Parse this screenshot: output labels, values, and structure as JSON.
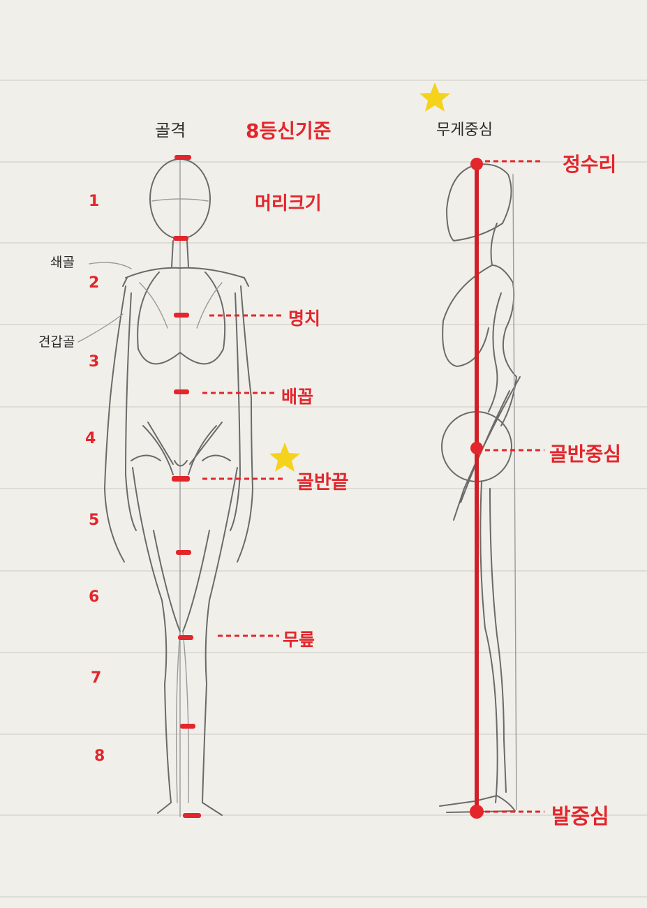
{
  "left_figure": {
    "title": "골격",
    "heading": "8등신기준",
    "head_note": "머리크기",
    "side_labels": {
      "collarbone": "쇄골",
      "shoulder_blade": "견갑골"
    },
    "numbers": [
      "1",
      "2",
      "3",
      "4",
      "5",
      "6",
      "7",
      "8"
    ],
    "landmarks": [
      {
        "id": "chest",
        "label": "명치"
      },
      {
        "id": "navel",
        "label": "배꼽"
      },
      {
        "id": "pelvis-end",
        "label": "골반끝"
      },
      {
        "id": "knee",
        "label": "무릎"
      }
    ]
  },
  "right_figure": {
    "title": "무게중심",
    "labels": {
      "top": "정수리",
      "pelvis": "골반중심",
      "foot": "발중심"
    }
  },
  "colors": {
    "paper": "#f1efea",
    "red": "#e2262c",
    "pencil": "#6a6a6a",
    "star": "#f5d21c"
  }
}
